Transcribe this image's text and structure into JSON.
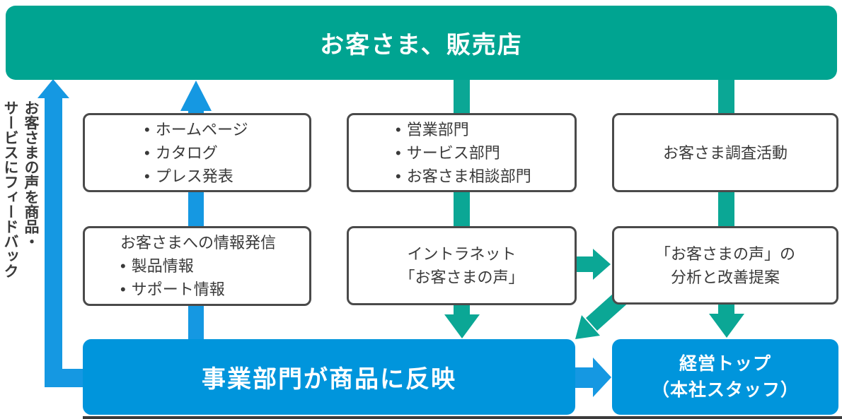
{
  "palette": {
    "teal": "#00a491",
    "teal_arrow": "#0ba795",
    "blue": "#0095dc",
    "blue_arrow": "#1598e2",
    "box_border": "#4a4a4a",
    "box_text": "#3a3a3a",
    "white": "#ffffff"
  },
  "top_banner": {
    "label": "お客さま、販売店"
  },
  "left_note": {
    "line1": "お客さまの声を商品・",
    "line2": "サービスにフィードバック"
  },
  "info_channels_box": {
    "items": [
      "ホームページ",
      "カタログ",
      "プレス発表"
    ]
  },
  "info_dispatch_box": {
    "title": "お客さまへの情報発信",
    "items": [
      "製品情報",
      "サポート情報"
    ]
  },
  "contact_departments_box": {
    "items": [
      "営業部門",
      "サービス部門",
      "お客さま相談部門"
    ]
  },
  "intranet_box": {
    "line1": "イントラネット",
    "line2": "「お客さまの声」"
  },
  "survey_box": {
    "label": "お客さま調査活動"
  },
  "analysis_box": {
    "line1": "「お客さまの声」の",
    "line2": "分析と改善提案"
  },
  "business_banner": {
    "label": "事業部門が商品に反映"
  },
  "management_box": {
    "line1": "経営トップ",
    "line2": "（本社スタッフ）"
  }
}
